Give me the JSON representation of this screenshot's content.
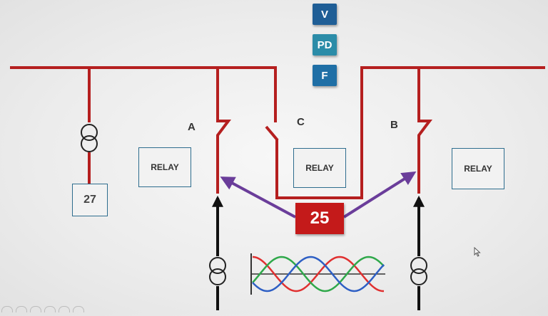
{
  "buttons": {
    "v_label": "V",
    "pd_label": "PD",
    "f_label": "F"
  },
  "colors": {
    "bus": "#b51f1f",
    "arrow": "#6a3d9a",
    "button_dark": "#1f5e96",
    "button_teal": "#2b8ca8",
    "sine_red": "#e03030",
    "sine_green": "#2fa84a",
    "sine_blue": "#2e5fc4"
  },
  "diagram": {
    "breaker_a_label": "A",
    "breaker_b_label": "B",
    "breaker_c_label": "C",
    "relay_left_label": "RELAY",
    "relay_center_label": "RELAY",
    "relay_right_label": "RELAY",
    "relay_27_label": "27",
    "sync_relay_label": "25"
  },
  "icons": [
    "transformer-icon",
    "sine-wave-icon",
    "arrow-icon"
  ]
}
